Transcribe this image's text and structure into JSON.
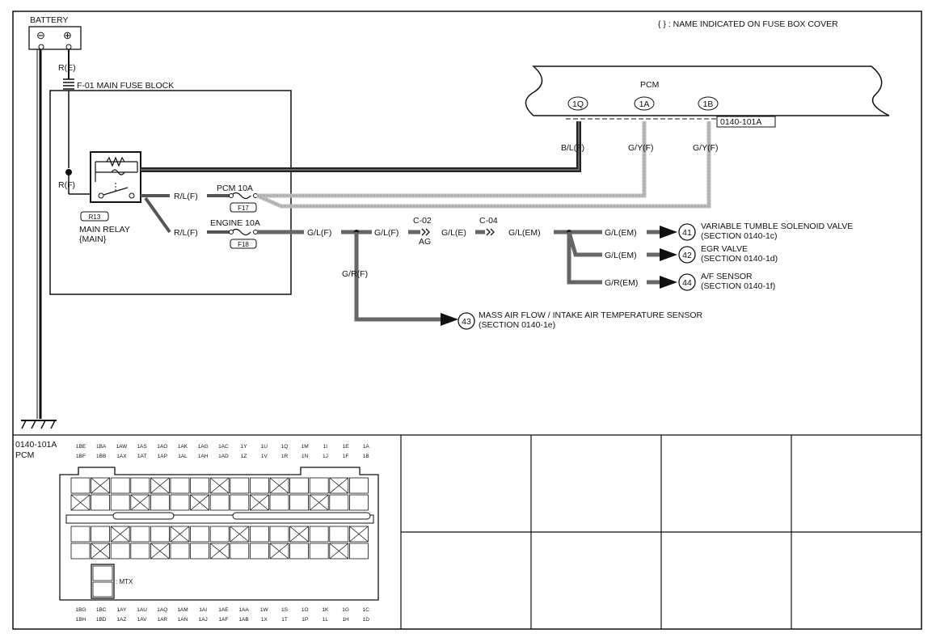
{
  "header": {
    "note": "{ } : NAME INDICATED ON FUSE BOX COVER"
  },
  "battery": {
    "label": "BATTERY",
    "minus": "⊖",
    "plus": "⊕",
    "wire": "R(E)"
  },
  "main_fuse": {
    "label": "F-01 MAIN FUSE BLOCK"
  },
  "relay": {
    "wire_in": "R(F)",
    "code": "R13",
    "name": "MAIN RELAY",
    "name2": "{MAIN}",
    "wire_out1": "R/L(F)",
    "wire_out2": "R/L(F)"
  },
  "fuses": [
    {
      "name": "PCM 10A",
      "code": "F17"
    },
    {
      "name": "ENGINE 10A",
      "code": "F18"
    }
  ],
  "pcm": {
    "label": "PCM",
    "terminals": [
      "1Q",
      "1A",
      "1B"
    ],
    "connector": "0140-101A",
    "wires": [
      "B/L(F)",
      "G/Y(F)",
      "G/Y(F)"
    ]
  },
  "line": {
    "w1": "G/L(F)",
    "w2": "G/L(F)",
    "c02": "C-02",
    "ag": "AG",
    "w3": "G/L(E)",
    "c04": "C-04",
    "w4": "G/L(EM)",
    "branch_down": "G/R(F)"
  },
  "outputs": [
    {
      "num": "41",
      "wire": "G/L(EM)",
      "name": "VARIABLE TUMBLE SOLENOID VALVE",
      "section": "(SECTION 0140-1c)"
    },
    {
      "num": "42",
      "wire": "G/L(EM)",
      "name": "EGR VALVE",
      "section": "(SECTION 0140-1d)"
    },
    {
      "num": "44",
      "wire": "G/R(EM)",
      "name": "A/F SENSOR",
      "section": "(SECTION 0140-1f)"
    },
    {
      "num": "43",
      "name": "MASS AIR FLOW / INTAKE AIR TEMPERATURE SENSOR",
      "section": "(SECTION 0140-1e)"
    }
  ],
  "connector_view": {
    "id": "0140-101A",
    "name": "PCM",
    "mtx": ": MTX",
    "top_row1": [
      "1BE",
      "1BA",
      "1AW",
      "1AS",
      "1AO",
      "1AK",
      "1AG",
      "1AC",
      "1Y",
      "1U",
      "1Q",
      "1M",
      "1I",
      "1E",
      "1A"
    ],
    "top_row2": [
      "1BF",
      "1BB",
      "1AX",
      "1AT",
      "1AP",
      "1AL",
      "1AH",
      "1AD",
      "1Z",
      "1V",
      "1R",
      "1N",
      "1J",
      "1F",
      "1B"
    ],
    "bot_row1": [
      "1BG",
      "1BC",
      "1AY",
      "1AU",
      "1AQ",
      "1AM",
      "1AI",
      "1AE",
      "1AA",
      "1W",
      "1S",
      "1O",
      "1K",
      "1G",
      "1C"
    ],
    "bot_row2": [
      "1BH",
      "1BD",
      "1AZ",
      "1AV",
      "1AR",
      "1AN",
      "1AJ",
      "1AF",
      "1AB",
      "1X",
      "1T",
      "1P",
      "1L",
      "1H",
      "1D"
    ]
  }
}
